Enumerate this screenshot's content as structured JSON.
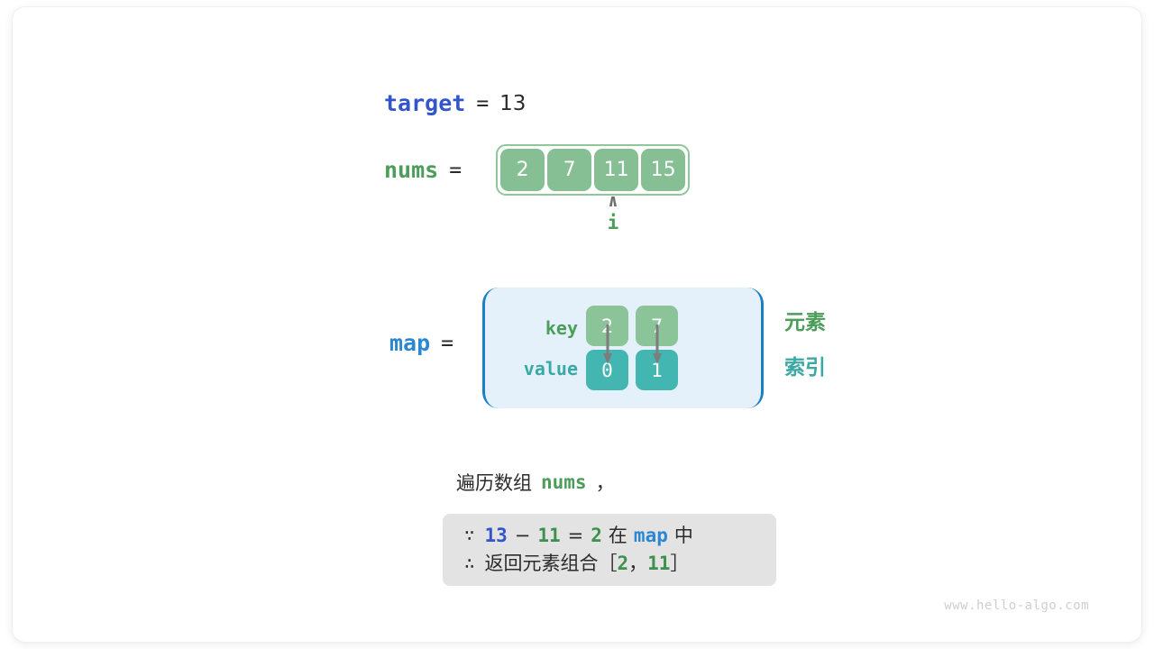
{
  "diagram": {
    "target": {
      "name": "target",
      "equals": "=",
      "value": "13"
    },
    "nums": {
      "name": "nums",
      "equals": "=",
      "cells": [
        "2",
        "7",
        "11",
        "15"
      ],
      "pointer": {
        "caret": "∧",
        "label": "i",
        "index": 2
      }
    },
    "map": {
      "name": "map",
      "equals": "=",
      "row_labels": {
        "key": "key",
        "value": "value"
      },
      "entries": [
        {
          "key": "2",
          "value": "0"
        },
        {
          "key": "7",
          "value": "1"
        }
      ]
    },
    "legend": {
      "element": "元素",
      "index": "索引"
    },
    "caption": {
      "prefix": "遍历数组",
      "keyword": "nums",
      "suffix": "，"
    },
    "conclusion": {
      "line1": {
        "symbol": "∵",
        "a": "13",
        "minus": "−",
        "b": "11",
        "eq": "=",
        "c": "2",
        "in": "在",
        "map": "map",
        "tail": "中"
      },
      "line2": {
        "symbol": "∴",
        "text": "返回元素组合",
        "open": "［",
        "v1": "2",
        "comma": "，",
        "v2": "11",
        "close": "］"
      }
    },
    "watermark": "www.hello-algo.com",
    "colors": {
      "target_blue": "#3355cc",
      "nums_green": "#4c9d5a",
      "map_blue": "#2b87d1",
      "cell_green": "#85bf93",
      "key_green": "#8cc49a",
      "value_teal": "#44b6b2",
      "map_bg": "#e4f0fa",
      "map_border": "#1b7fc4",
      "concl_bg": "#e3e3e3",
      "arrow_gray": "#7d7d7d"
    }
  }
}
